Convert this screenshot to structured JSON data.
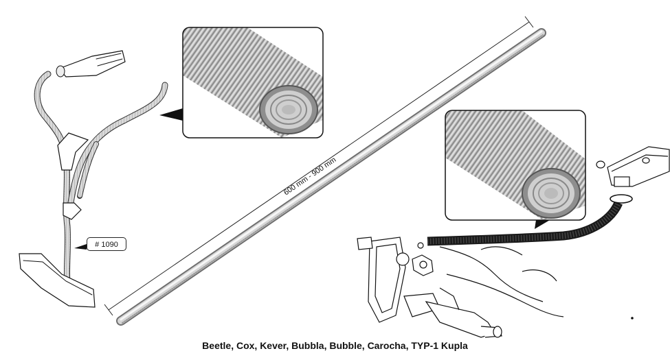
{
  "part_number": "# 1090",
  "length_range": "600 mm - 900 mm",
  "caption": "Beetle, Cox, Kever,  Bubbla, Bubble, Carocha, TYP-1 Kupla",
  "colors": {
    "tube_light": "#e8e8e8",
    "tube_dark": "#8a8a8a",
    "outline": "#111111",
    "hose_black": "#1a1a1a"
  },
  "icons": [
    "hose-illustration",
    "pipe-closeup",
    "car-engine-illustration"
  ]
}
